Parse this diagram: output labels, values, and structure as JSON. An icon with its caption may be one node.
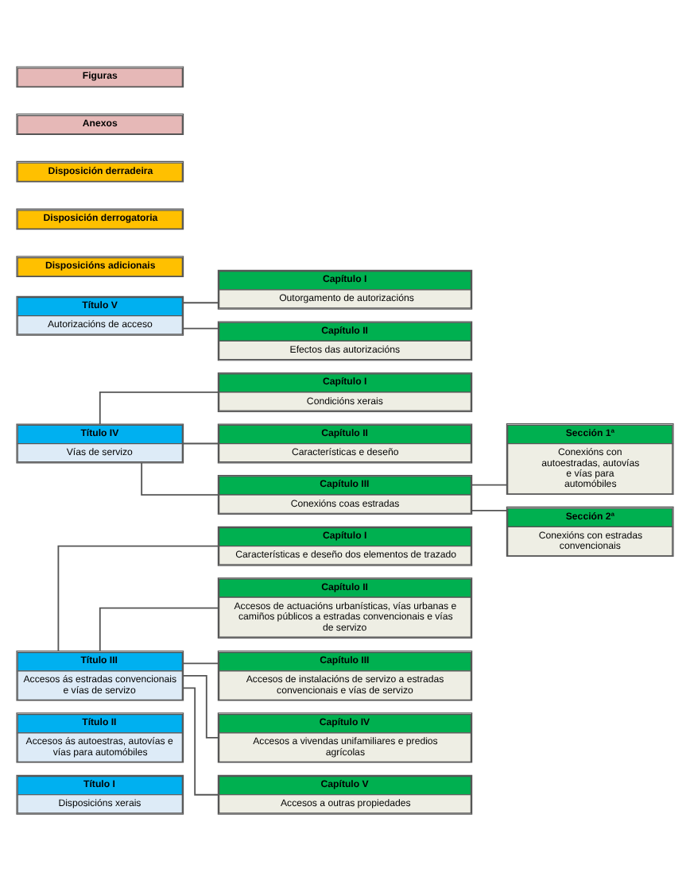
{
  "diagram": {
    "nodes": [
      {
        "text": [
          "Título I",
          "Disposicións xerais"
        ]
      },
      {
        "text": [
          "Título II",
          "Accesos ás autoestras, autovías e vías para automóbiles"
        ]
      },
      {
        "text": [
          "Título III",
          "Accesos ás estradas convencionais e vías de servizo"
        ]
      },
      {
        "text": [
          "Capítulo I",
          "Características e deseño dos elementos de trazado"
        ]
      },
      {
        "text": [
          "Capítulo II",
          "Accesos de actuacións urbanísticas, vías urbanas e camiños públicos a estradas convencionais e vías de servizo"
        ]
      },
      {
        "text": [
          "Capítulo III",
          "Accesos de instalacións de servizo a estradas convencionais e vías de servizo"
        ]
      },
      {
        "text": [
          "Capítulo IV",
          "Accesos a vivendas unifamiliares e predios agrícolas"
        ]
      },
      {
        "text": [
          "Capítulo V",
          "Accesos a outras propiedades"
        ]
      },
      {
        "text": [
          "Título IV",
          "Vías de servizo"
        ]
      },
      {
        "text": [
          "Capítulo I",
          "Condicións xerais"
        ]
      },
      {
        "text": [
          "Capítulo II",
          "Características e deseño"
        ]
      },
      {
        "text": [
          "Capítulo III",
          "Conexións coas estradas"
        ]
      },
      {
        "text": [
          "Sección 1ª",
          "Conexións con autoestradas, autovías e vías para automóbiles"
        ]
      },
      {
        "text": [
          "Sección 2ª",
          "Conexións con estradas convencionais"
        ]
      },
      {
        "text": [
          "Título V",
          "Autorizacións de acceso"
        ]
      },
      {
        "text": [
          "Capítulo I",
          "Outorgamento de autorizacións"
        ]
      },
      {
        "text": [
          "Capítulo II",
          "Efectos das autorizacións"
        ]
      },
      {
        "text": [
          "Disposicións adicionais"
        ]
      },
      {
        "text": [
          "Disposición derrogatoria"
        ]
      },
      {
        "text": [
          "Disposición derradeira"
        ]
      },
      {
        "text": [
          "Anexos"
        ]
      },
      {
        "text": [
          "Figuras"
        ]
      }
    ],
    "edges": [
      {
        "from": 2,
        "to": 3,
        "arrow": "none"
      },
      {
        "from": 2,
        "to": 4,
        "arrow": "none"
      },
      {
        "from": 2,
        "to": 5,
        "arrow": "none"
      },
      {
        "from": 2,
        "to": 6,
        "arrow": "none"
      },
      {
        "from": 2,
        "to": 7,
        "arrow": "none"
      },
      {
        "from": 8,
        "to": 9,
        "arrow": "none"
      },
      {
        "from": 8,
        "to": 10,
        "arrow": "none"
      },
      {
        "from": 8,
        "to": 11,
        "arrow": "none"
      },
      {
        "from": 11,
        "to": 12,
        "arrow": "none"
      },
      {
        "from": 11,
        "to": 13,
        "arrow": "none"
      },
      {
        "from": 14,
        "to": 15,
        "arrow": "none"
      },
      {
        "from": 14,
        "to": 16,
        "arrow": "none"
      }
    ]
  }
}
